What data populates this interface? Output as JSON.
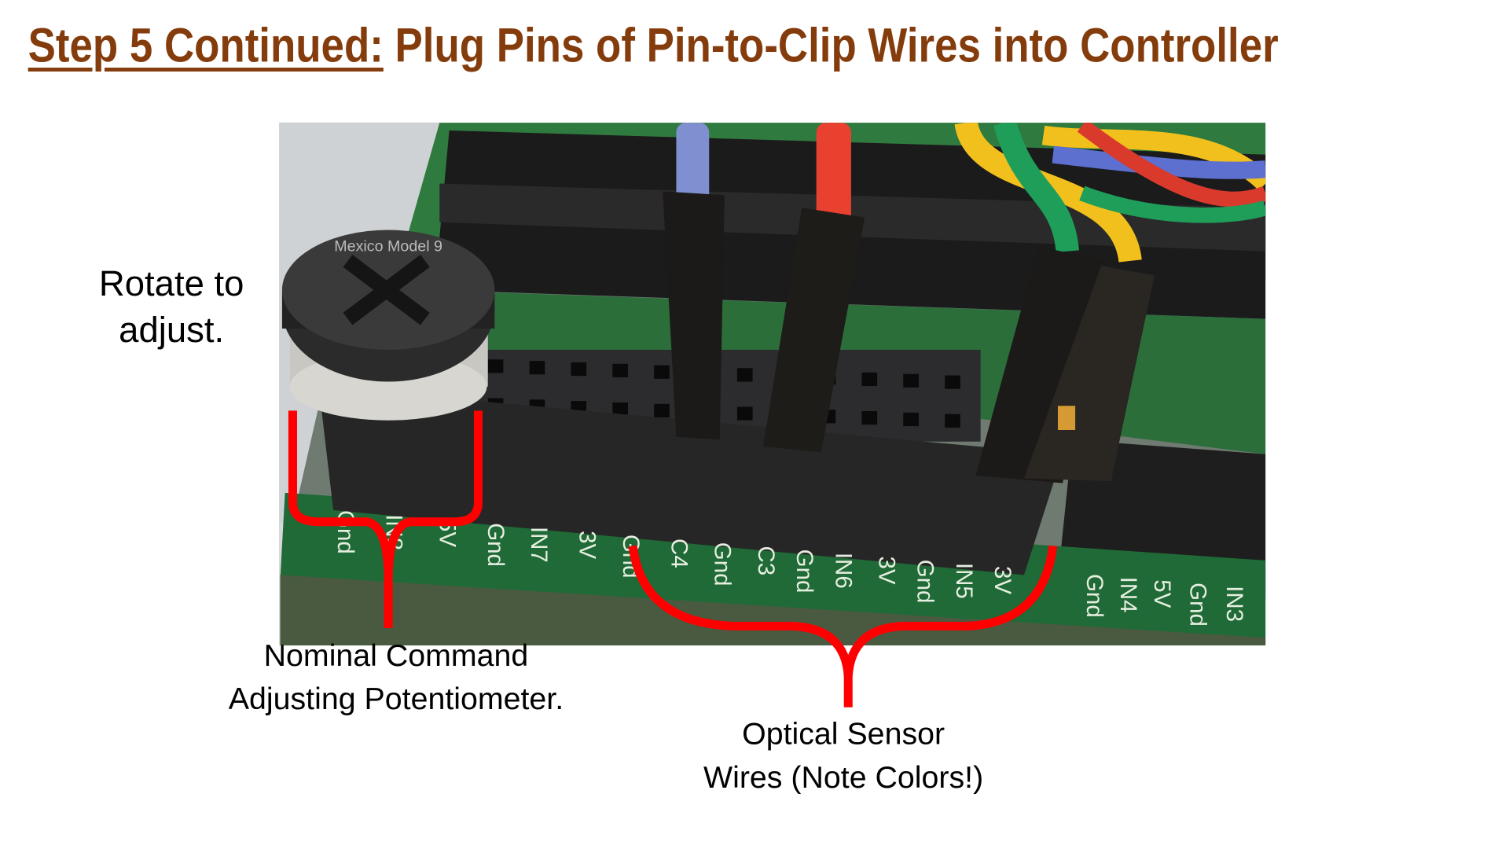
{
  "slide": {
    "title_underlined": "Step 5 Continued:",
    "title_rest": " Plug Pins of Pin-to-Clip Wires into Controller",
    "title_color": "#843c0c"
  },
  "callouts": {
    "rotate": [
      "Rotate to",
      "adjust."
    ],
    "potentiometer": [
      "Nominal Command",
      "Adjusting Potentiometer."
    ],
    "optical": [
      "Optical Sensor",
      "Wires (Note Colors!)"
    ],
    "brace_color": "#ff0000"
  },
  "photo": {
    "potentiometer_marking": "Mexico Model 9",
    "pin_labels": [
      "Gnd",
      "IN8",
      "5V",
      "Gnd",
      "IN7",
      "3V",
      "Gnd",
      "C4",
      "Gnd",
      "C3",
      "Gnd",
      "IN6",
      "3V",
      "Gnd",
      "IN5",
      "3V",
      "Gnd",
      "IN4",
      "5V",
      "Gnd",
      "IN3"
    ],
    "wire_colors": {
      "blue": "#7f8fd0",
      "red": "#e8412f",
      "green": "#1f9e5a",
      "yellow": "#f2c01c"
    }
  }
}
